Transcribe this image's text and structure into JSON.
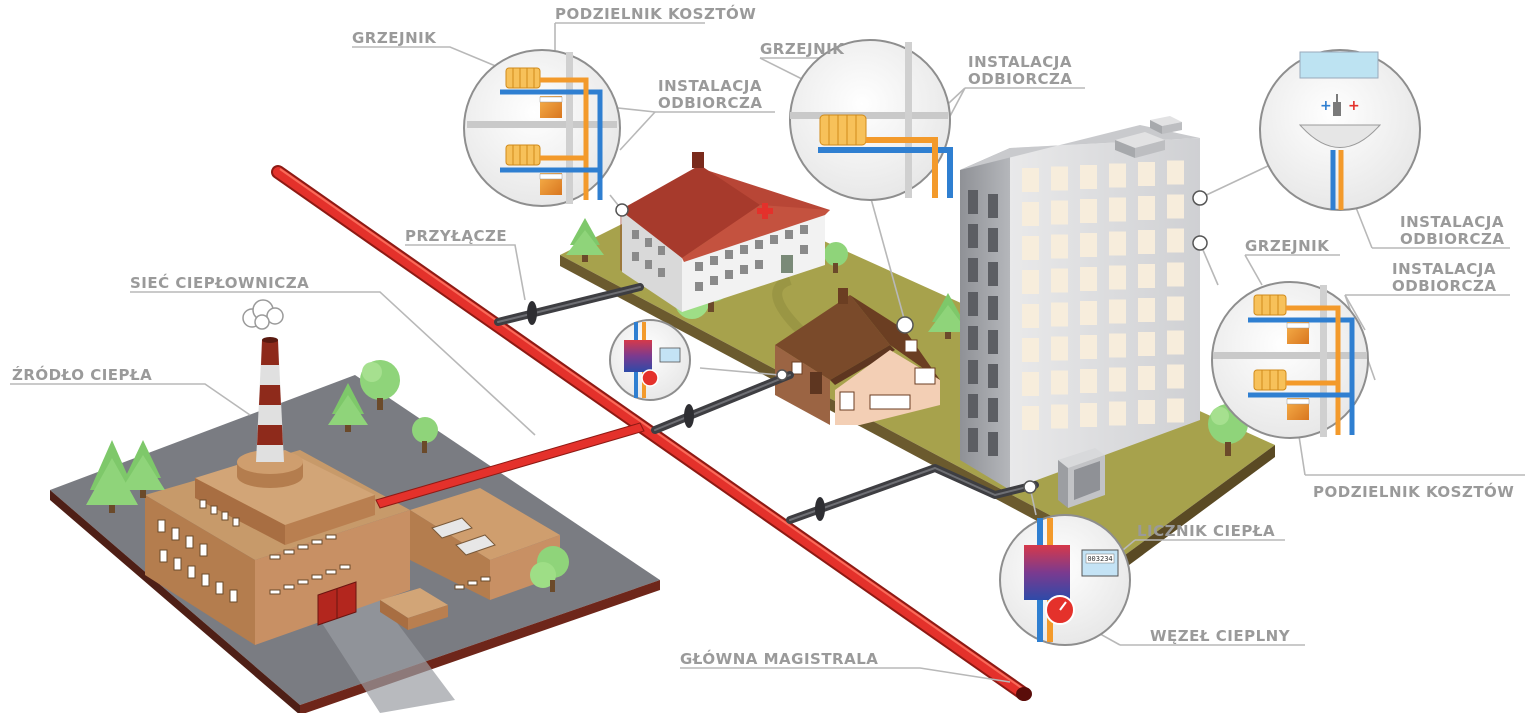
{
  "labels": {
    "heat_source": "ŹRÓDŁO CIEPŁA",
    "heating_network": "SIEĆ CIEPŁOWNICZA",
    "service_connection": "PRZYŁĄCZE",
    "main_pipeline": "GŁÓWNA MAGISTRALA",
    "radiator_1": "GRZEJNIK",
    "cost_allocator_1": "PODZIELNIK KOSZTÓW",
    "consumer_install_1": [
      "INSTALACJA",
      "ODBIORCZA"
    ],
    "radiator_2": "GRZEJNIK",
    "consumer_install_2": [
      "INSTALACJA",
      "ODBIORCZA"
    ],
    "consumer_install_3": [
      "INSTALACJA",
      "ODBIORCZA"
    ],
    "radiator_3": "GRZEJNIK",
    "consumer_install_4": [
      "INSTALACJA",
      "ODBIORCZA"
    ],
    "cost_allocator_2": "PODZIELNIK KOSZTÓW",
    "heat_meter": "LICZNIK CIEPŁA",
    "heat_node": "WĘZEŁ CIEPLNY"
  },
  "meter_readings": {
    "node_meter": "003234"
  },
  "colors": {
    "main_pipe": "#e4312b",
    "supply_pipe": "#f39a2b",
    "return_pipe": "#2f7fd1",
    "ground_grass": "#a7a24c",
    "ground_plant": "#7a7c82",
    "label_text": "#9a9a9a"
  }
}
